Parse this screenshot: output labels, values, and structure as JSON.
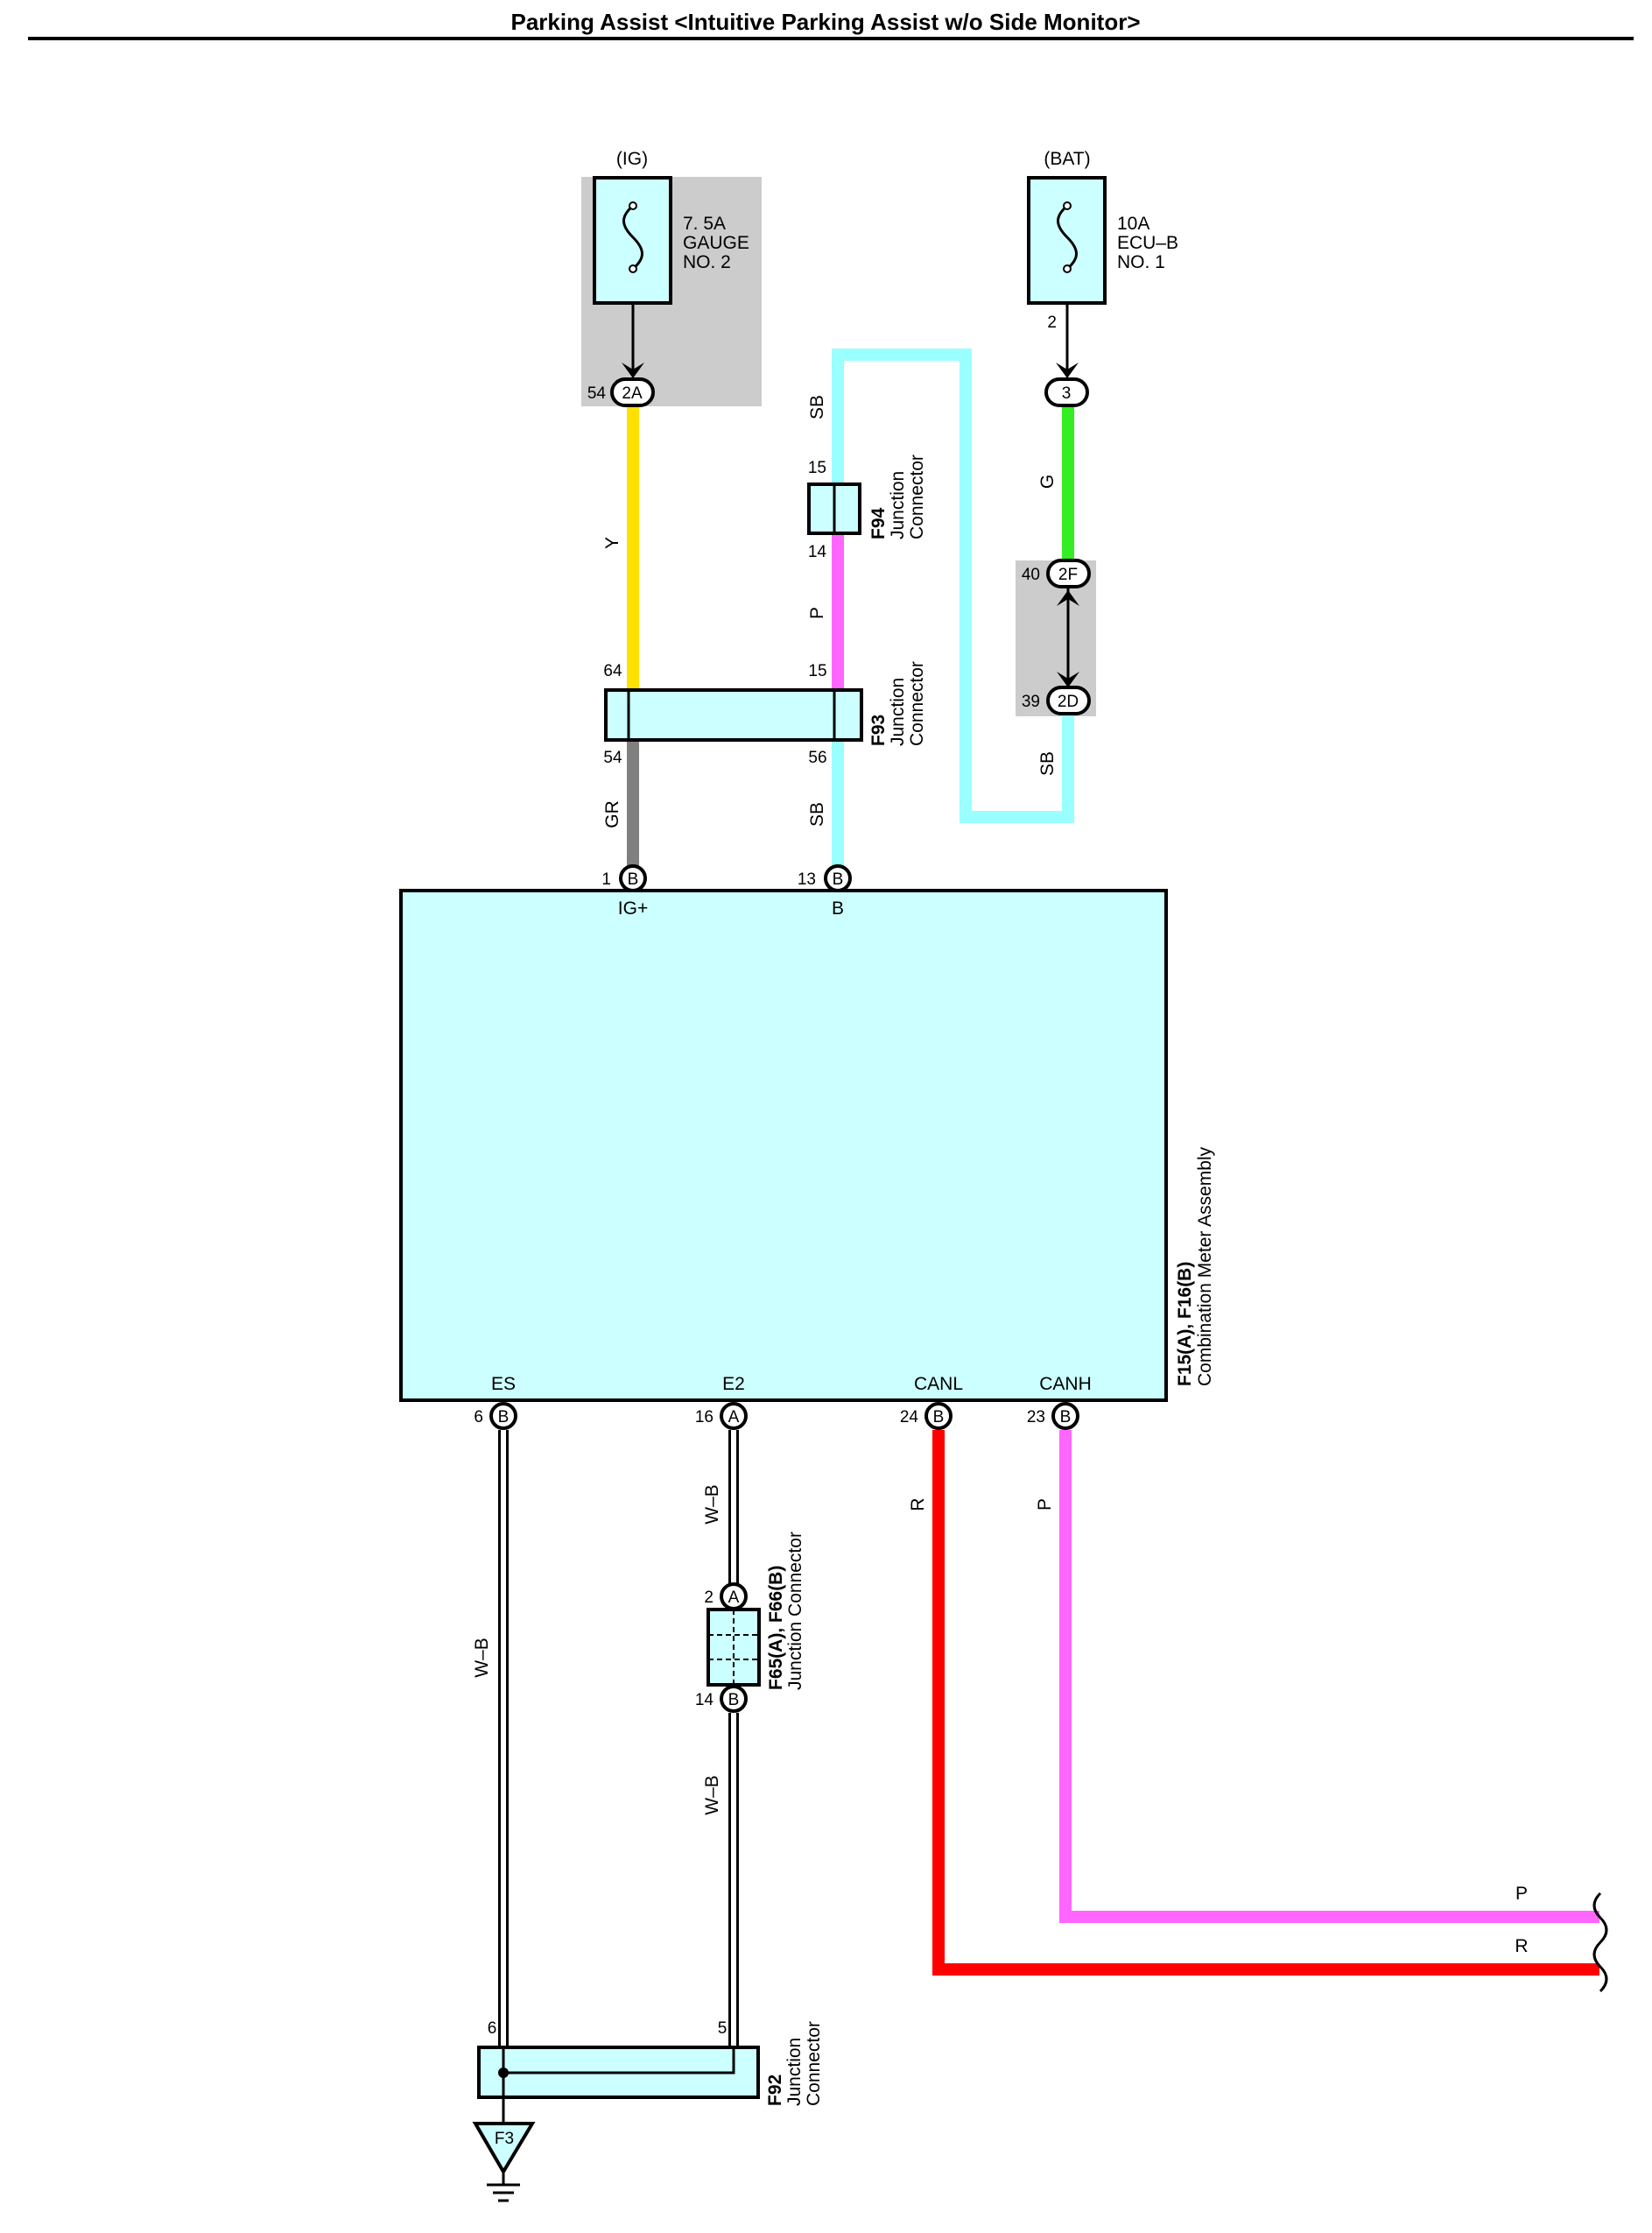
{
  "title": "Parking Assist <Intuitive Parking Assist w/o Side Monitor>",
  "colors": {
    "yellow": "#ffe000",
    "gray": "#808080",
    "sky_blue": "#99ffff",
    "pink": "#ff66ff",
    "green": "#33ee22",
    "red": "#ff0000",
    "component_fill": "#ccffff",
    "shade": "#cccccc"
  },
  "sources": {
    "ig": {
      "label": "(IG)",
      "fuse_rating": "7. 5A",
      "fuse_name1": "GAUGE",
      "fuse_name2": "NO. 2"
    },
    "bat": {
      "label": "(BAT)",
      "fuse_rating": "10A",
      "fuse_name1": "ECU–B",
      "fuse_name2": "NO. 1",
      "fuse_pin": "2"
    }
  },
  "connectors": {
    "ig_terminal": {
      "pin": "54",
      "code": "2A"
    },
    "bat_terminal": {
      "code": "3"
    },
    "bat_2f": {
      "pin": "40",
      "code": "2F"
    },
    "bat_2d": {
      "pin": "39",
      "code": "2D"
    },
    "f94": {
      "code": "F94",
      "name1": "Junction",
      "name2": "Connector",
      "pin_top": "15",
      "pin_bottom": "14"
    },
    "f93": {
      "code": "F93",
      "name1": "Junction",
      "name2": "Connector",
      "pin_top_left": "64",
      "pin_top_right": "15",
      "pin_bottom_left": "54",
      "pin_bottom_right": "56"
    },
    "f65": {
      "code": "F65(A), F66(B)",
      "name": "Junction Connector",
      "pin_top": "2",
      "pin_top_code": "A",
      "pin_bottom": "14",
      "pin_bottom_code": "B"
    },
    "f92": {
      "code": "F92",
      "name1": "Junction",
      "name2": "Connector",
      "pin_left": "6",
      "pin_right": "5"
    },
    "ground": {
      "code": "F3"
    }
  },
  "meter": {
    "code": "F15(A), F16(B)",
    "name": "Combination Meter Assembly",
    "terminals": {
      "ig": {
        "pin": "1",
        "code": "B",
        "label": "IG+"
      },
      "b": {
        "pin": "13",
        "code": "B",
        "label": "B"
      },
      "es": {
        "pin": "6",
        "code": "B",
        "label": "ES"
      },
      "e2": {
        "pin": "16",
        "code": "A",
        "label": "E2"
      },
      "canl": {
        "pin": "24",
        "code": "B",
        "label": "CANL"
      },
      "canh": {
        "pin": "23",
        "code": "B",
        "label": "CANH"
      }
    }
  },
  "wires": {
    "y": "Y",
    "sb_top": "SB",
    "p_f94": "P",
    "g": "G",
    "sb_right": "SB",
    "gr": "GR",
    "sb_mid": "SB",
    "wb_es": "W–B",
    "wb_e2_top": "W–B",
    "wb_e2_bottom": "W–B",
    "r": "R",
    "p": "P",
    "p_end": "P",
    "r_end": "R"
  }
}
